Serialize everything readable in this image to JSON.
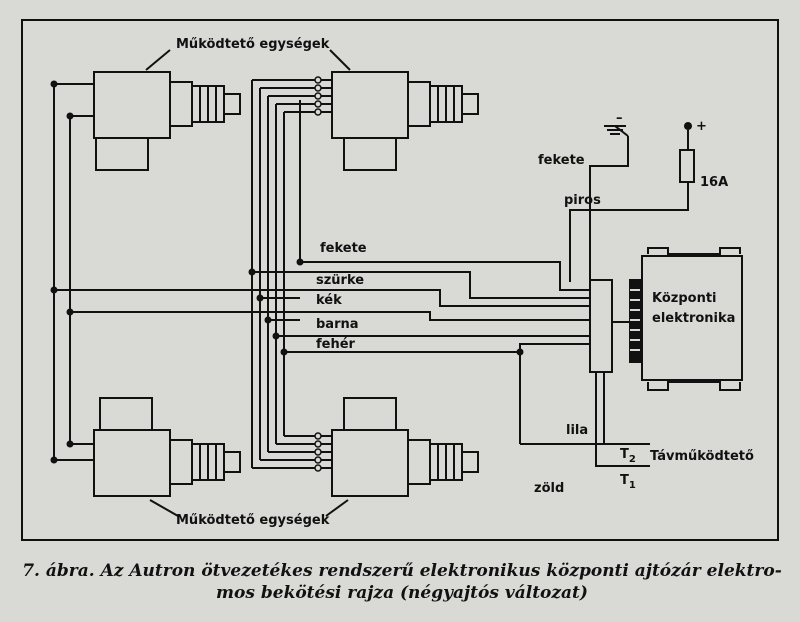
{
  "labels": {
    "top_units": "Működtető egységek",
    "bottom_units": "Működtető egységek",
    "ecu_line1": "Központi",
    "ecu_line2": "elektronika",
    "fuse": "16A",
    "plus": "+",
    "minus": "–",
    "fekete_ground": "fekete",
    "piros": "piros",
    "fekete": "fekete",
    "szurke": "szürke",
    "kek": "kék",
    "barna": "barna",
    "feher": "fehér",
    "lila": "lila",
    "zold": "zöld",
    "remote": "Távműködtető",
    "t2": "T",
    "t2_sub": "2",
    "t1": "T",
    "t1_sub": "1"
  },
  "caption": {
    "line1": "7. ábra. Az Autron ötvezetékes rendszerű elektronikus központi ajtózár elektro-",
    "line2": "mos bekötési rajza (négyajtós változat)"
  }
}
